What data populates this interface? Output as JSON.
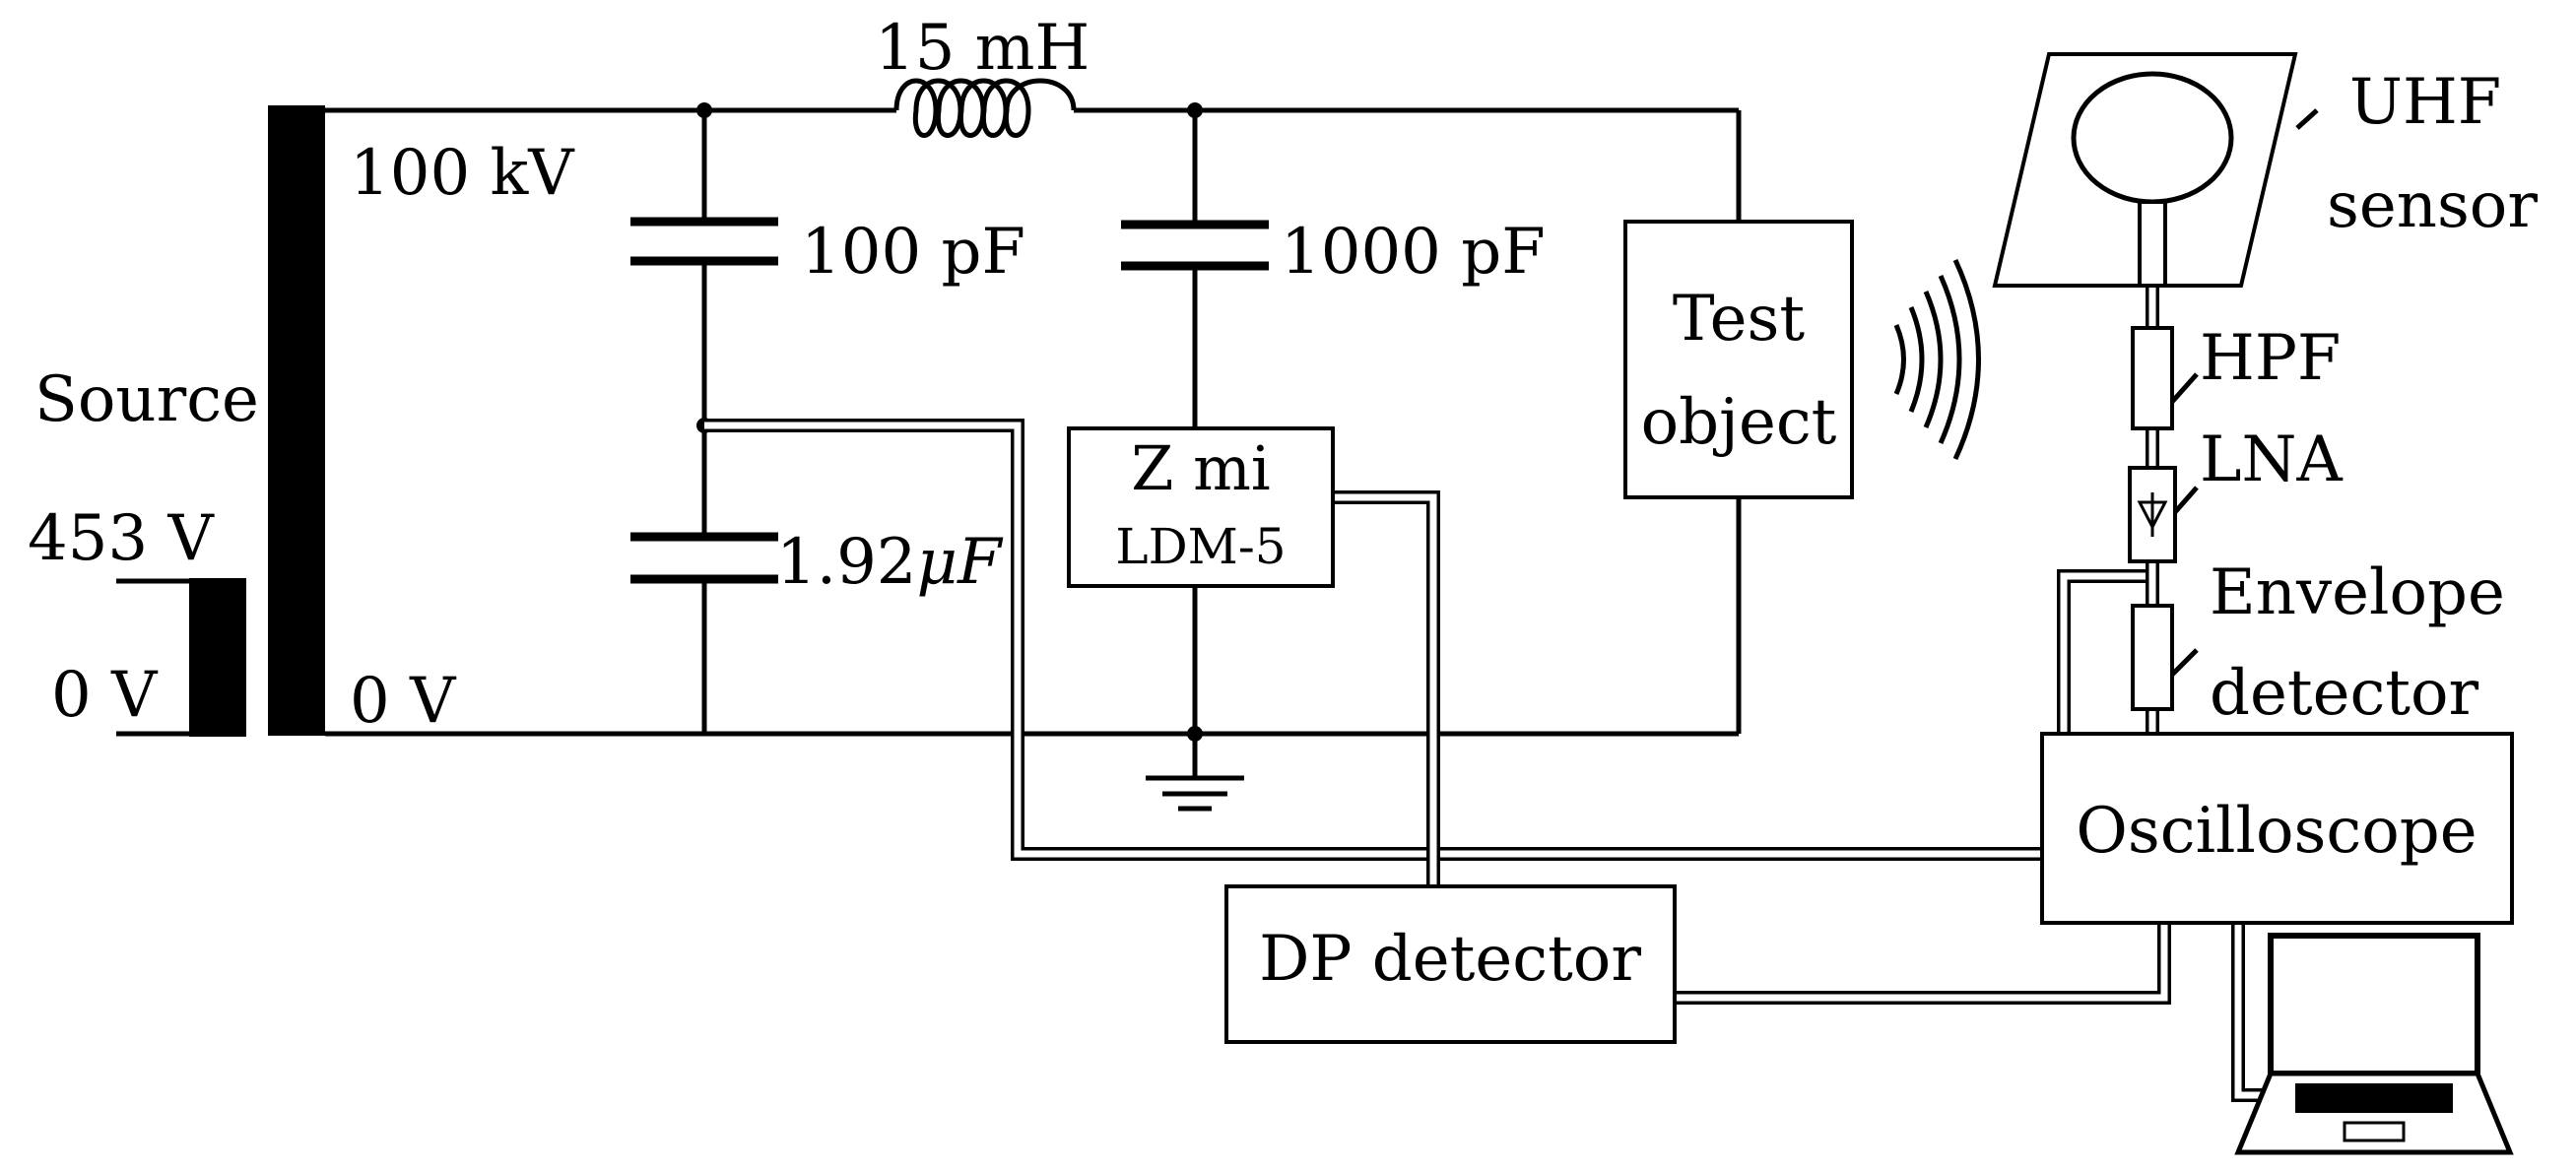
{
  "source": {
    "label": "Source",
    "high_level": "453 V",
    "low_level": "0 V"
  },
  "transformer": {
    "hv_label": "100 kV",
    "lv_label": "0 V"
  },
  "components": {
    "inductor_label": "15 mH",
    "c_high_label": "100 pF",
    "c_low_label": "1.92",
    "c_low_unit": "μF",
    "c_coupling_label": "1000 pF"
  },
  "measurement_impedance": {
    "line1": "Z mi",
    "line2": "LDM-5"
  },
  "test_object": {
    "line1": "Test",
    "line2": "object"
  },
  "sensor_chain": {
    "uhf_line1": "UHF",
    "uhf_line2": "sensor",
    "hpf": "HPF",
    "lna": "LNA",
    "env_line1": "Envelope",
    "env_line2": "detector"
  },
  "instruments": {
    "oscilloscope": "Oscilloscope",
    "dp_detector": "DP detector"
  }
}
